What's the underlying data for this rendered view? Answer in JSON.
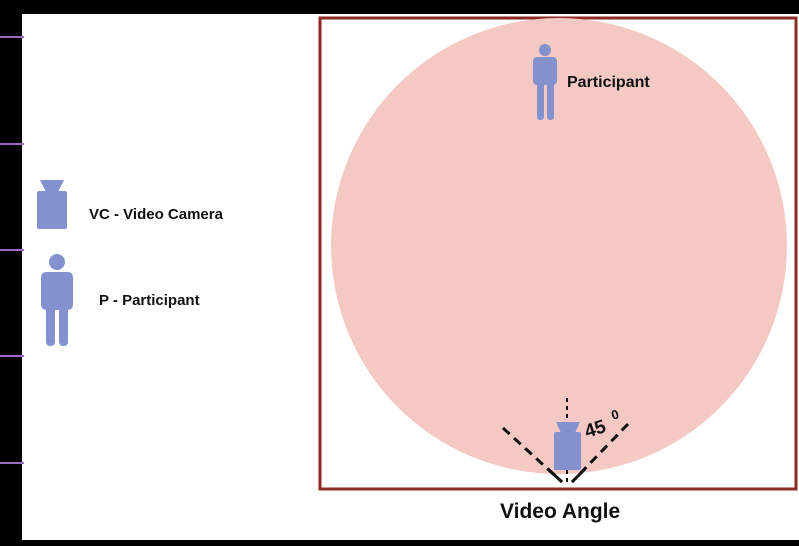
{
  "legend": {
    "camera_label": "VC - Video Camera",
    "participant_label": "P - Participant",
    "camera_icon": "video-camera-icon",
    "participant_icon": "person-icon"
  },
  "diagram": {
    "participant_label": "Participant",
    "angle_label": "45",
    "angle_unit": "0",
    "caption": "Video Angle"
  },
  "colors": {
    "field_fill": "#f4c9c4",
    "field_border": "#8c2a24",
    "icon_fill": "#8491cf",
    "tick_color": "#9b6bc0"
  }
}
